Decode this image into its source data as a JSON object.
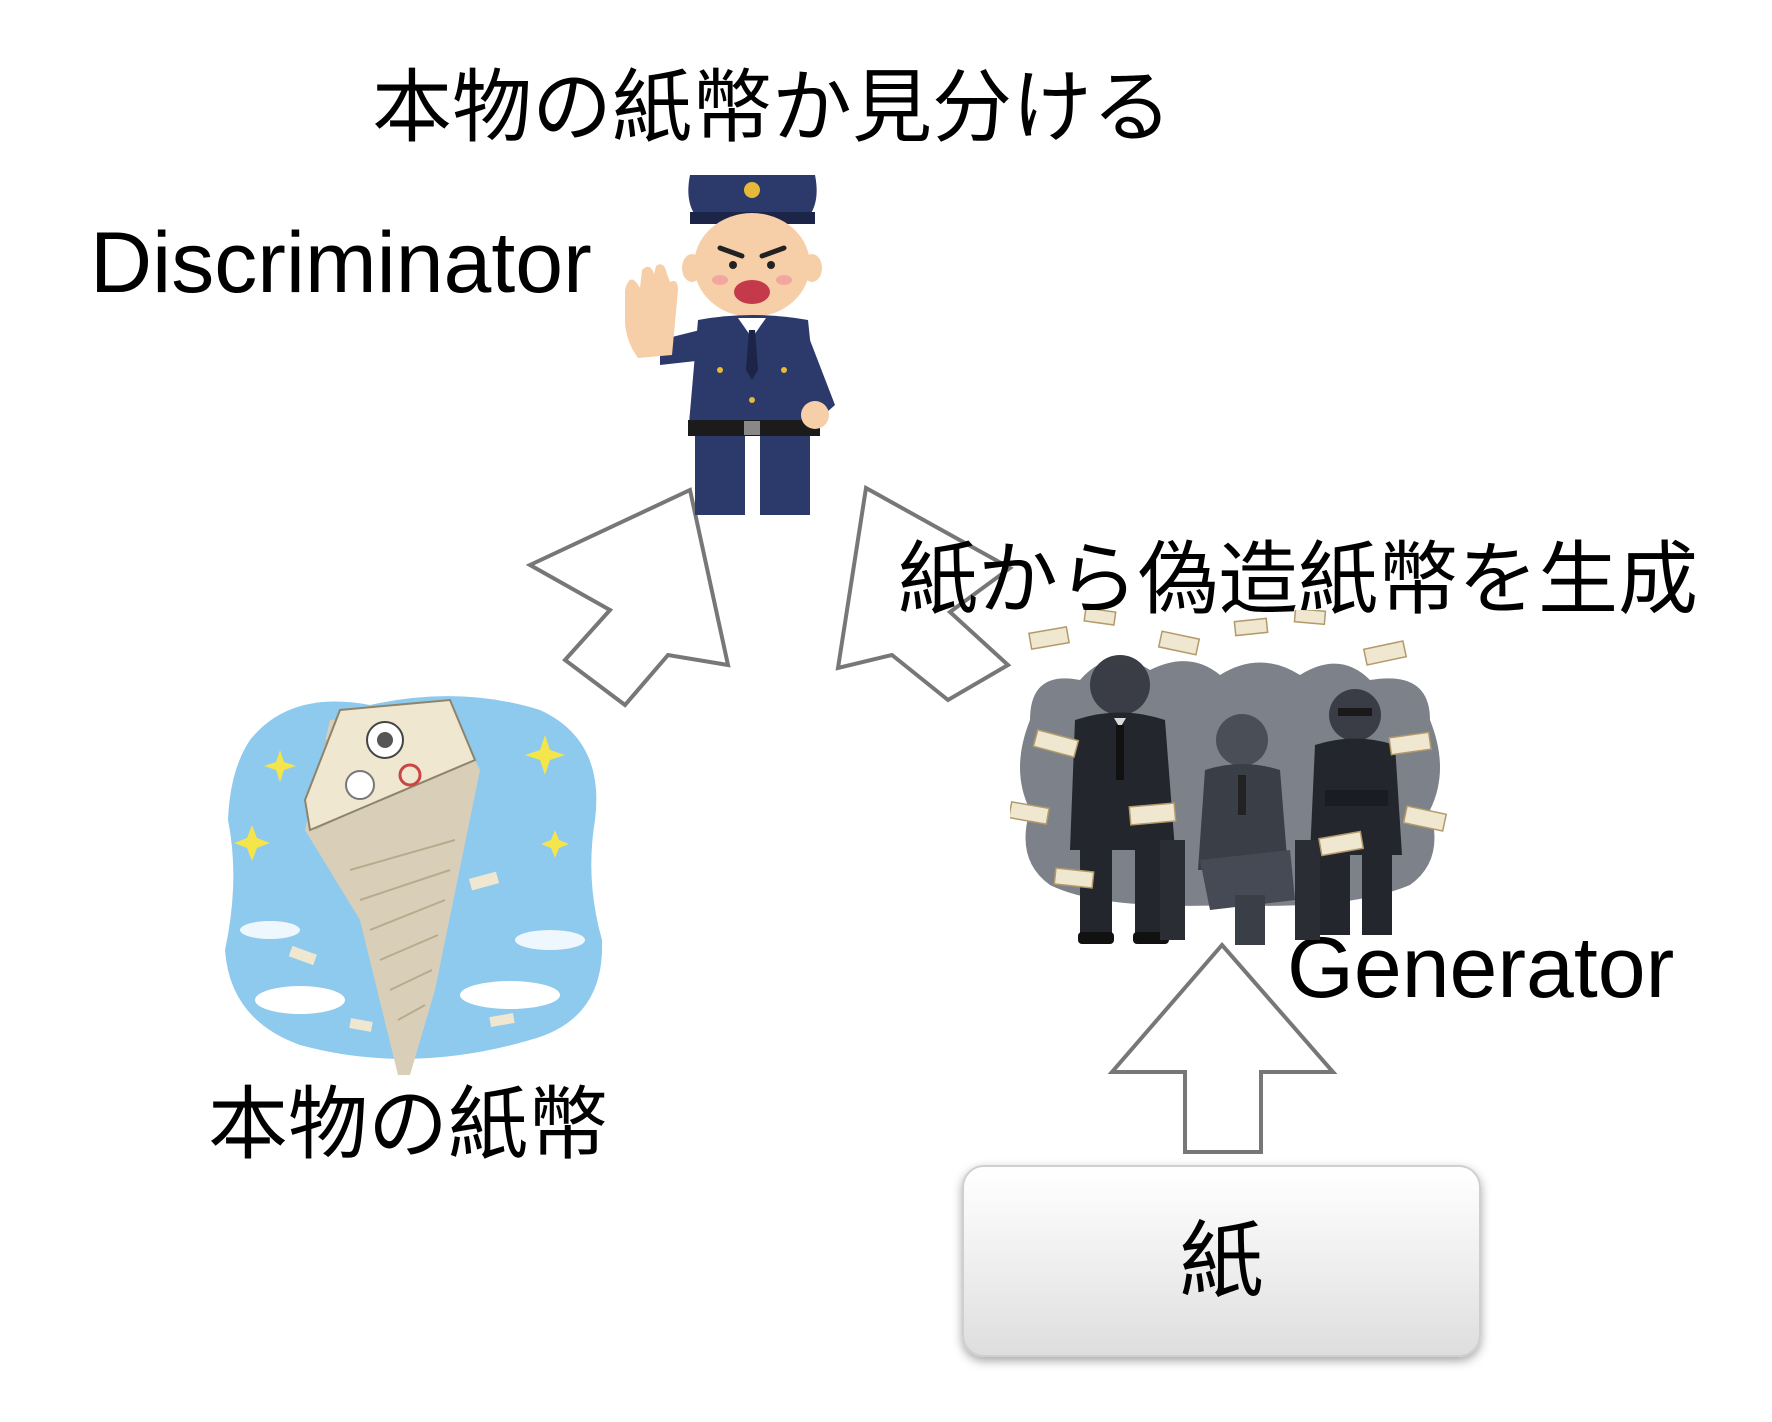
{
  "labels": {
    "discriminator_task": "本物の紙幣か見分ける",
    "discriminator": "Discriminator",
    "generator_task": "紙から偽造紙幣を生成",
    "generator": "Generator",
    "real_banknotes": "本物の紙幣",
    "paper": "紙"
  },
  "illustrations": {
    "discriminator_figure": "police-officer-icon",
    "real_money": "banknote-stack-icon",
    "generator_figure": "counterfeiters-group-icon"
  },
  "colors": {
    "arrow_stroke": "#777777",
    "arrow_fill": "#ffffff",
    "police_uniform": "#2b3a6b",
    "sky": "#8ec9ee"
  }
}
